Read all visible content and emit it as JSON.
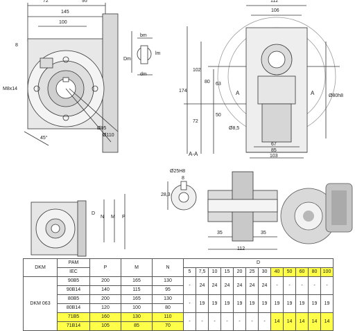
{
  "drawing": {
    "front_view": {
      "dims_top": [
        "72",
        "95",
        "145",
        "100"
      ],
      "thread": "M8x14",
      "angle": "45°",
      "dia_pitch": "Ø95",
      "dia_flange": "Ø110",
      "dm": "Dm",
      "keyway": {
        "bm": "bm",
        "lm": "lm",
        "dm": "dm"
      },
      "small_dim": "8"
    },
    "side_view": {
      "width_top": "112",
      "width_inner": "106",
      "heights": [
        "174",
        "102",
        "80",
        "63",
        "72",
        "50"
      ],
      "bottom_dims": [
        "67",
        "85",
        "103"
      ],
      "hole": "Ø8,5",
      "shaft_dia": "Ø80h8",
      "section_marks": [
        "A",
        "A"
      ],
      "section_label": "A-A"
    },
    "shaft_key": {
      "dia": "Ø25H8",
      "key_w": "8",
      "key_h": "28,3"
    },
    "hollow_shaft": {
      "left": "35",
      "right": "35",
      "total": "112"
    },
    "motor_view": {
      "labels": [
        "D",
        "N",
        "M",
        "P"
      ]
    }
  },
  "table": {
    "col_dkm": "DKM",
    "col_pam": "PAM",
    "col_iec": "IEC",
    "col_p": "P",
    "col_m": "M",
    "col_n": "N",
    "col_d": "D",
    "d_values": [
      "5",
      "7,5",
      "10",
      "15",
      "20",
      "25",
      "30",
      "40",
      "50",
      "60",
      "80",
      "100"
    ],
    "model": "DKM 063",
    "rows": [
      {
        "pam": "90B5",
        "p": "200",
        "m": "165",
        "n": "130",
        "d": [
          "-",
          "24",
          "24",
          "24",
          "24",
          "24",
          "24",
          "-",
          "-",
          "-",
          "-",
          "-"
        ],
        "highlight": false
      },
      {
        "pam": "90B14",
        "p": "140",
        "m": "115",
        "n": "95",
        "d": [
          "",
          "",
          "",
          "",
          "",
          "",
          "",
          "",
          "",
          "",
          "",
          ""
        ],
        "highlight": false
      },
      {
        "pam": "80B5",
        "p": "200",
        "m": "165",
        "n": "130",
        "d": [
          "-",
          "19",
          "19",
          "19",
          "19",
          "19",
          "19",
          "19",
          "19",
          "19",
          "19",
          "19"
        ],
        "highlight": false
      },
      {
        "pam": "80B14",
        "p": "120",
        "m": "100",
        "n": "80",
        "d": [
          "",
          "",
          "",
          "",
          "",
          "",
          "",
          "",
          "",
          "",
          "",
          ""
        ],
        "highlight": false
      },
      {
        "pam": "71B5",
        "p": "160",
        "m": "130",
        "n": "110",
        "d": [
          "-",
          "-",
          "-",
          "-",
          "-",
          "-",
          "-",
          "14",
          "14",
          "14",
          "14",
          "14"
        ],
        "highlight": true
      },
      {
        "pam": "71B14",
        "p": "105",
        "m": "85",
        "n": "70",
        "d": [
          "",
          "",
          "",
          "",
          "",
          "",
          "",
          "",
          "",
          "",
          "",
          ""
        ],
        "highlight": true
      }
    ],
    "highlight_color": "#ffff4a"
  }
}
